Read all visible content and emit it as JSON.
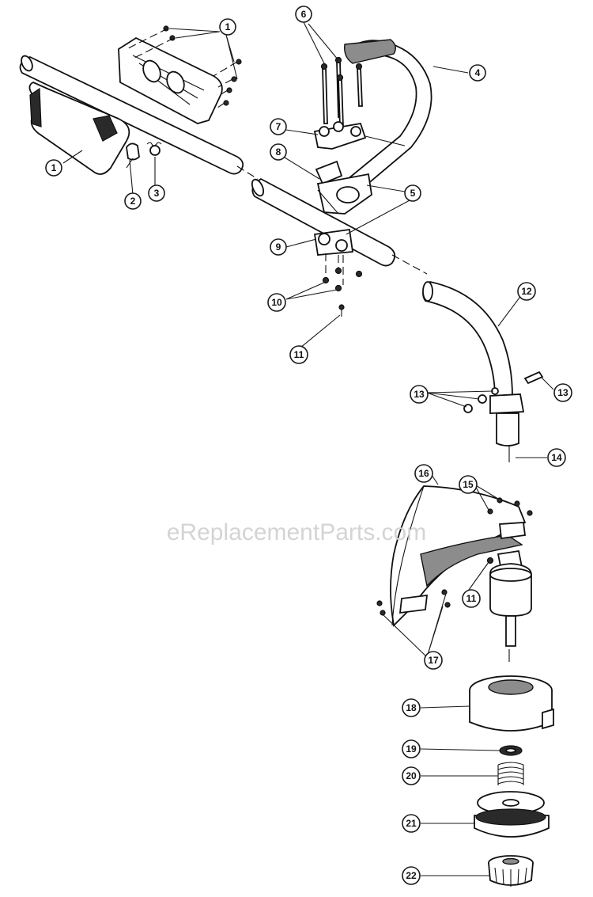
{
  "watermark": "eReplacementParts.com",
  "callouts": {
    "c1a": "1",
    "c1b": "1",
    "c2": "2",
    "c3": "3",
    "c4": "4",
    "c5a": "5",
    "c6": "6",
    "c7": "7",
    "c8": "8",
    "c9": "9",
    "c10": "10",
    "c11a": "11",
    "c11b": "11",
    "c12": "12",
    "c13a": "13",
    "c13b": "13",
    "c14": "14",
    "c15": "15",
    "c16": "16",
    "c17": "17",
    "c18": "18",
    "c19": "19",
    "c20": "20",
    "c21": "21",
    "c22": "22"
  }
}
